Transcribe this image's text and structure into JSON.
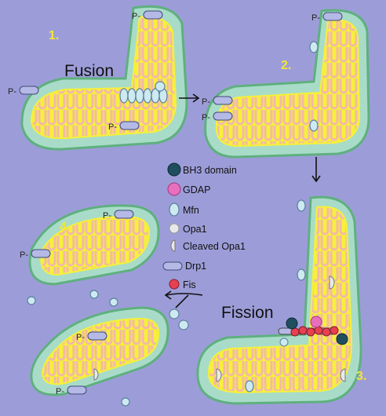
{
  "colors": {
    "background": "#9c9dd8",
    "membrane_outer": "#a9dcc8",
    "membrane_edge": "#5fb07f",
    "matrix": "#f6f03a",
    "cristae": "#f3b9a8",
    "step_number": "#f3e63a",
    "bh3": "#1f4f5e",
    "gdap": "#e86fbd",
    "mfn": "#cdeaf0",
    "opa1": "#e8e8ea",
    "drp1": "#b4b9e6",
    "fis": "#e74050"
  },
  "steps": {
    "s1": "1.",
    "s2": "2.",
    "s3": "3.",
    "s4": "4."
  },
  "labels": {
    "fusion": "Fusion",
    "fission": "Fission",
    "p": "P-"
  },
  "legend": [
    {
      "key": "bh3",
      "label": "BH3 domain"
    },
    {
      "key": "gdap",
      "label": "GDAP"
    },
    {
      "key": "mfn",
      "label": "Mfn"
    },
    {
      "key": "opa1",
      "label": "Opa1"
    },
    {
      "key": "cleaved_opa1",
      "label": "Cleaved Opa1"
    },
    {
      "key": "drp1",
      "label": "Drp1"
    },
    {
      "key": "fis",
      "label": "Fis"
    }
  ]
}
